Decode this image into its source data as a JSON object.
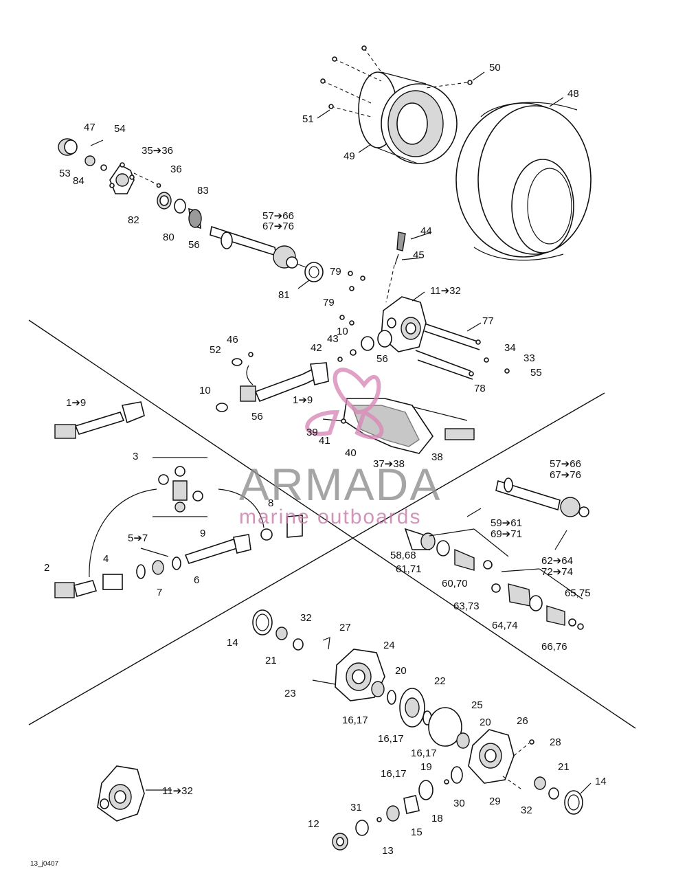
{
  "diagram": {
    "drawing_code": "13_j0407",
    "watermark": {
      "brand": "ARMADA",
      "tagline": "marine outboards",
      "accent_color": "#d98ab8"
    },
    "labels": [
      {
        "id": "l50",
        "text": "50"
      },
      {
        "id": "l48",
        "text": "48"
      },
      {
        "id": "l51",
        "text": "51"
      },
      {
        "id": "l49",
        "text": "49"
      },
      {
        "id": "l47",
        "text": "47"
      },
      {
        "id": "l54",
        "text": "54"
      },
      {
        "id": "l3536",
        "text": "35➔36"
      },
      {
        "id": "l36",
        "text": "36"
      },
      {
        "id": "l53",
        "text": "53"
      },
      {
        "id": "l84",
        "text": "84"
      },
      {
        "id": "l83",
        "text": "83"
      },
      {
        "id": "l82",
        "text": "82"
      },
      {
        "id": "l80",
        "text": "80"
      },
      {
        "id": "l56a",
        "text": "56"
      },
      {
        "id": "l5766a",
        "text": "57➔66"
      },
      {
        "id": "l6776a",
        "text": "67➔76"
      },
      {
        "id": "l44",
        "text": "44"
      },
      {
        "id": "l45",
        "text": "45"
      },
      {
        "id": "l81",
        "text": "81"
      },
      {
        "id": "l79a",
        "text": "79"
      },
      {
        "id": "l1132a",
        "text": "11➔32"
      },
      {
        "id": "l79b",
        "text": "79"
      },
      {
        "id": "l77",
        "text": "77"
      },
      {
        "id": "l46",
        "text": "46"
      },
      {
        "id": "l10a",
        "text": "10"
      },
      {
        "id": "l43",
        "text": "43"
      },
      {
        "id": "l42",
        "text": "42"
      },
      {
        "id": "l52",
        "text": "52"
      },
      {
        "id": "l56b",
        "text": "56"
      },
      {
        "id": "l34",
        "text": "34"
      },
      {
        "id": "l33",
        "text": "33"
      },
      {
        "id": "l55",
        "text": "55"
      },
      {
        "id": "l78",
        "text": "78"
      },
      {
        "id": "l10b",
        "text": "10"
      },
      {
        "id": "l19a",
        "text": "1➔9"
      },
      {
        "id": "l56c",
        "text": "56"
      },
      {
        "id": "l19b",
        "text": "1➔9"
      },
      {
        "id": "l39",
        "text": "39"
      },
      {
        "id": "l41",
        "text": "41"
      },
      {
        "id": "l40",
        "text": "40"
      },
      {
        "id": "l3738",
        "text": "37➔38"
      },
      {
        "id": "l38",
        "text": "38"
      },
      {
        "id": "l3",
        "text": "3"
      },
      {
        "id": "l8",
        "text": "8"
      },
      {
        "id": "l5766b",
        "text": "57➔66"
      },
      {
        "id": "l6776b",
        "text": "67➔76"
      },
      {
        "id": "l9",
        "text": "9"
      },
      {
        "id": "l57",
        "text": "5➔7"
      },
      {
        "id": "l5961",
        "text": "59➔61"
      },
      {
        "id": "l6971",
        "text": "69➔71"
      },
      {
        "id": "l4",
        "text": "4"
      },
      {
        "id": "l2",
        "text": "2"
      },
      {
        "id": "l6",
        "text": "6"
      },
      {
        "id": "l7",
        "text": "7"
      },
      {
        "id": "l5868",
        "text": "58,68"
      },
      {
        "id": "l6171",
        "text": "61,71"
      },
      {
        "id": "l6264",
        "text": "62➔64"
      },
      {
        "id": "l7274",
        "text": "72➔74"
      },
      {
        "id": "l6070",
        "text": "60,70"
      },
      {
        "id": "l6575",
        "text": "65,75"
      },
      {
        "id": "l6373",
        "text": "63,73"
      },
      {
        "id": "l6474",
        "text": "64,74"
      },
      {
        "id": "l32a",
        "text": "32"
      },
      {
        "id": "l27",
        "text": "27"
      },
      {
        "id": "l14a",
        "text": "14"
      },
      {
        "id": "l24",
        "text": "24"
      },
      {
        "id": "l6676",
        "text": "66,76"
      },
      {
        "id": "l21a",
        "text": "21"
      },
      {
        "id": "l20a",
        "text": "20"
      },
      {
        "id": "l23",
        "text": "23"
      },
      {
        "id": "l22",
        "text": "22"
      },
      {
        "id": "l1617a",
        "text": "16,17"
      },
      {
        "id": "l25",
        "text": "25"
      },
      {
        "id": "l1617b",
        "text": "16,17"
      },
      {
        "id": "l20b",
        "text": "20"
      },
      {
        "id": "l26",
        "text": "26"
      },
      {
        "id": "l1617c",
        "text": "16,17"
      },
      {
        "id": "l28",
        "text": "28"
      },
      {
        "id": "l1132b",
        "text": "11➔32"
      },
      {
        "id": "l1617d",
        "text": "16,17"
      },
      {
        "id": "l19",
        "text": "19"
      },
      {
        "id": "l21b",
        "text": "21"
      },
      {
        "id": "l14b",
        "text": "14"
      },
      {
        "id": "l30",
        "text": "30"
      },
      {
        "id": "l29",
        "text": "29"
      },
      {
        "id": "l31",
        "text": "31"
      },
      {
        "id": "l32b",
        "text": "32"
      },
      {
        "id": "l18",
        "text": "18"
      },
      {
        "id": "l12",
        "text": "12"
      },
      {
        "id": "l15",
        "text": "15"
      },
      {
        "id": "l13",
        "text": "13"
      }
    ]
  }
}
